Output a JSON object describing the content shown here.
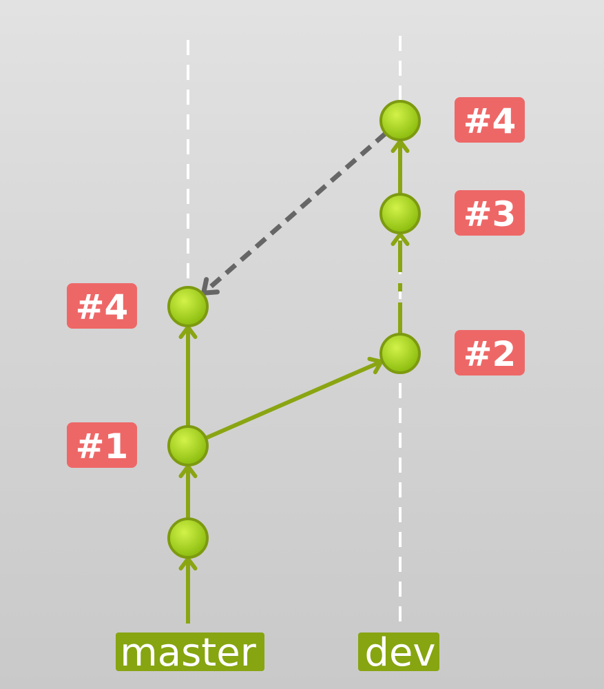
{
  "colors": {
    "background_top": "#e2e2e2",
    "background_bottom": "#c9c9c9",
    "branch_line": "#8aa512",
    "commit_fill_light": "#c6ec3a",
    "commit_fill_dark": "#8fbf0c",
    "commit_stroke": "#7d9a10",
    "label_badge": "#ee6767",
    "guide_line": "#ffffff",
    "cherry_pick_arrow": "#666666",
    "branch_label_bg": "#86a511"
  },
  "branches": [
    {
      "id": "master",
      "label": "master"
    },
    {
      "id": "dev",
      "label": "dev"
    }
  ],
  "commits": [
    {
      "id": "master-base",
      "branch": "master",
      "label": ""
    },
    {
      "id": "master-1",
      "branch": "master",
      "label": "#1"
    },
    {
      "id": "master-4",
      "branch": "master",
      "label": "#4"
    },
    {
      "id": "dev-2",
      "branch": "dev",
      "label": "#2"
    },
    {
      "id": "dev-3",
      "branch": "dev",
      "label": "#3"
    },
    {
      "id": "dev-4",
      "branch": "dev",
      "label": "#4"
    }
  ],
  "edges": [
    {
      "from": "master-base",
      "to": "master-1",
      "style": "solid"
    },
    {
      "from": "master-1",
      "to": "master-4",
      "style": "solid"
    },
    {
      "from": "master-1",
      "to": "dev-2",
      "style": "solid"
    },
    {
      "from": "dev-2",
      "to": "dev-3",
      "style": "dashed"
    },
    {
      "from": "dev-3",
      "to": "dev-4",
      "style": "solid"
    },
    {
      "from": "dev-4",
      "to": "master-4",
      "style": "cherry-pick"
    }
  ]
}
